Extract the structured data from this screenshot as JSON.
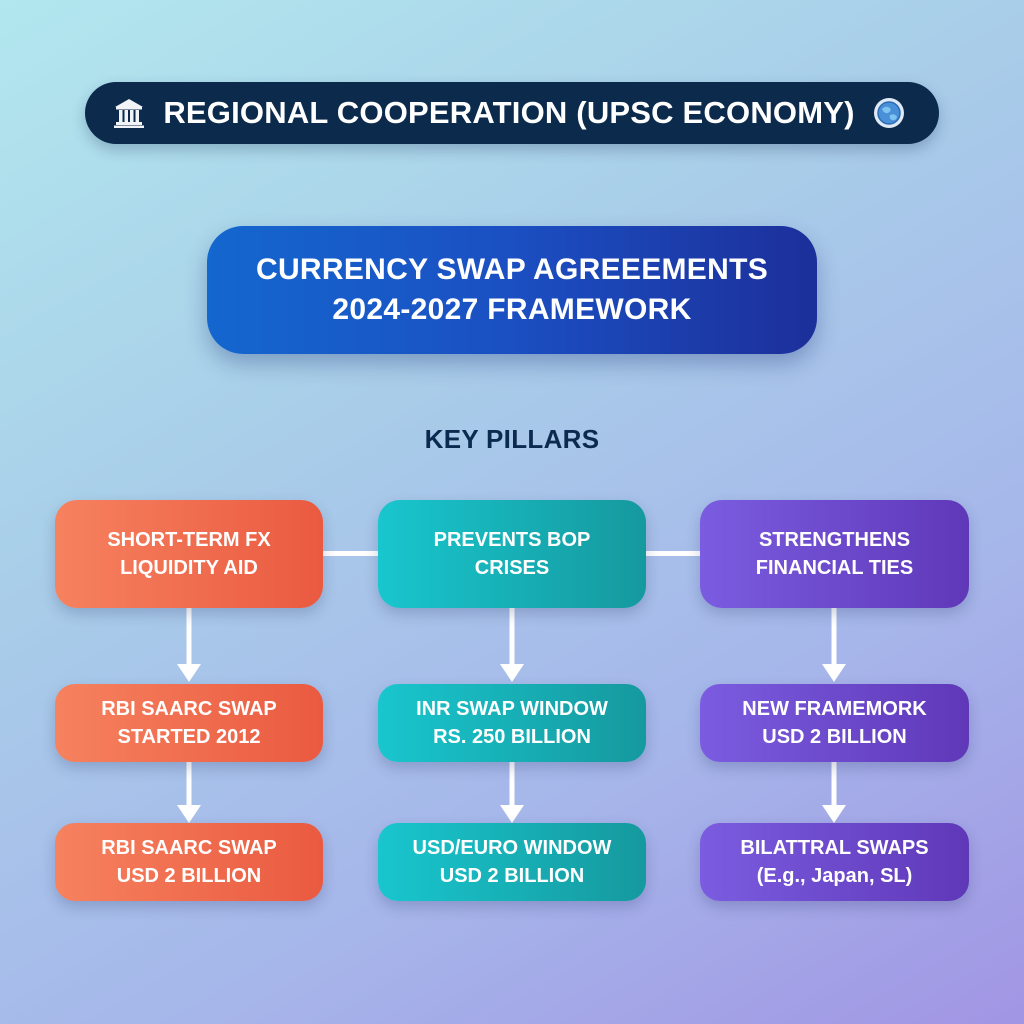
{
  "header": {
    "title": "REGIONAL COOPERATION (UPSC ECONOMY)",
    "left_icon": "bank-icon",
    "right_icon": "globe-icon"
  },
  "main_title": {
    "line1": "CURRENCY SWAP AGREEEMENTS",
    "line2": "2024-2027 FRAMEWORK"
  },
  "section_label": "KEY PILLARS",
  "pillars": [
    {
      "line1": "SHORT-TERM FX",
      "line2": "LIQUIDITY AID",
      "items": [
        {
          "line1": "RBI SAARC SWAP",
          "line2": "STARTED 2012"
        },
        {
          "line1": "RBI SAARC SWAP",
          "line2": "USD 2 BILLION"
        }
      ]
    },
    {
      "line1": "PREVENTS BOP",
      "line2": "CRISES",
      "items": [
        {
          "line1": "INR SWAP WINDOW",
          "line2": "RS. 250 BILLION"
        },
        {
          "line1": "USD/EURO WINDOW",
          "line2": "USD 2 BILLION"
        }
      ]
    },
    {
      "line1": "STRENGTHENS",
      "line2": "FINANCIAL TIES",
      "items": [
        {
          "line1": "NEW FRAMEMORK",
          "line2": "USD 2 BILLION"
        },
        {
          "line1": "BILATTRAL SWAPS",
          "line2": "(E.g., Japan, SL)"
        }
      ]
    }
  ],
  "colors": {
    "header_bg": "#0b2a4c",
    "title_box": "#1b4fc2",
    "orange": "#ef6d4e",
    "teal": "#17b3b9",
    "purple": "#6d4acc"
  }
}
